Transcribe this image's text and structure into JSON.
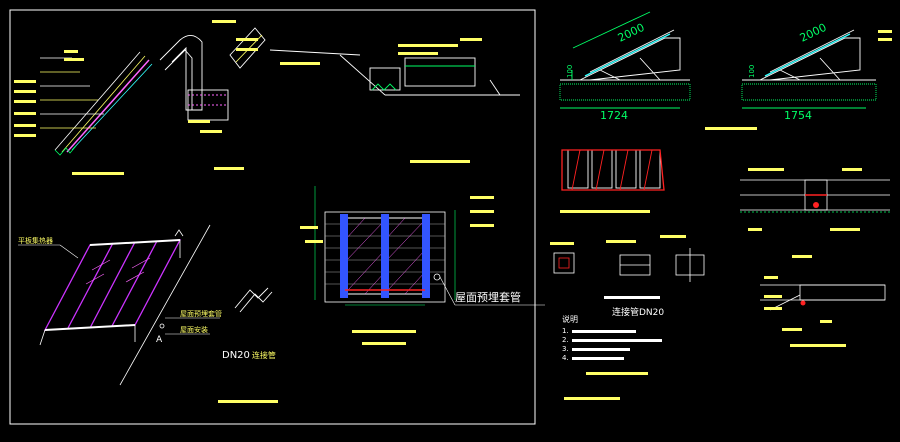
{
  "colors": {
    "background": "#000000",
    "frame": "#ffffff",
    "line": "#ffffff",
    "dim": "#00ff66",
    "label": "#ffff66",
    "panel": "#cc33ff",
    "pipe": "#ff2222",
    "wall": "#3355ff",
    "hatch": "#ff66ff"
  },
  "dims": {
    "slope_left": "2000",
    "base_left": "1724",
    "height_left": "100",
    "slope_right": "2000",
    "base_right": "1754",
    "height_right": "100"
  },
  "labels": {
    "roof_sleeve": "屋面预埋套管",
    "roof_sleeve_small": "屋面预埋套管",
    "dn20": "DN20",
    "dn20_suffix": "连接管",
    "dn20_right": "连接管DN20",
    "collector": "平板集热器",
    "point_a": "A",
    "roof_install": "屋面安装",
    "notes_title": "说明",
    "note_items": [
      "1.",
      "2.",
      "3.",
      "4."
    ]
  }
}
